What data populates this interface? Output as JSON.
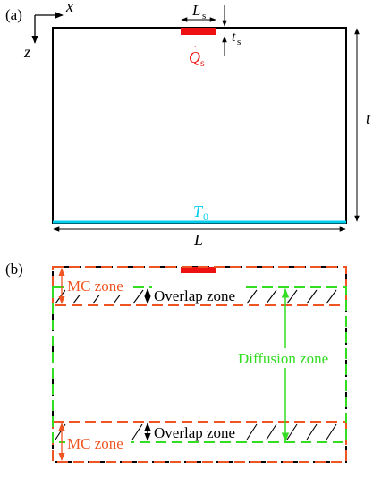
{
  "panel_a": {
    "label": "(a)",
    "axis_x": "x",
    "axis_z": "z",
    "source_length": "L",
    "source_length_sub": "s",
    "source_thickness": "t",
    "source_thickness_sub": "s",
    "heat_source": "Q",
    "heat_source_sub": "s",
    "temperature": "T",
    "temperature_sub": "0",
    "thickness": "t",
    "length": "L"
  },
  "panel_b": {
    "label": "(b)",
    "mc_zone_top": "MC zone",
    "mc_zone_bottom": "MC zone",
    "overlap_zone_top": "Overlap zone",
    "overlap_zone_bottom": "Overlap zone",
    "diffusion_zone": "Diffusion zone"
  },
  "colors": {
    "source_red": "#ee1111",
    "temperature_cyan": "#00ccee",
    "mc_orange": "#ee5522",
    "diffusion_green": "#33dd22",
    "black": "#000000"
  }
}
